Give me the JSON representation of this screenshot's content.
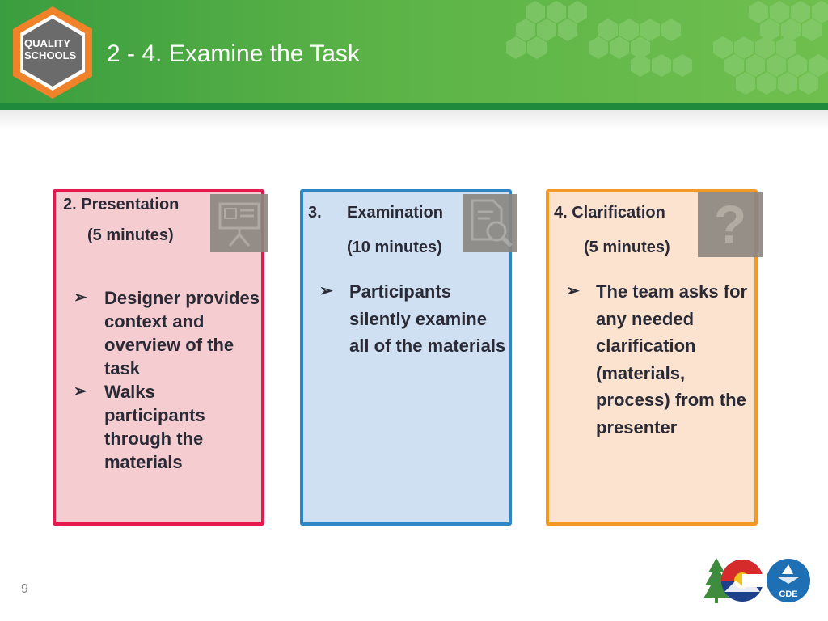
{
  "header": {
    "logo_line1": "QUALITY",
    "logo_line2": "SCHOOLS",
    "title": "2 - 4. Examine the Task"
  },
  "cards": [
    {
      "heading": "2. Presentation",
      "duration": "(5 minutes)",
      "icon": "presentation-board-icon",
      "color": "#e5194d",
      "bullets": [
        "Designer provides context and overview of the task",
        "Walks participants through  the materials"
      ]
    },
    {
      "heading_num": "3.",
      "heading": "Examination",
      "duration": "(10 minutes)",
      "icon": "document-search-icon",
      "color": "#2f86c5",
      "bullets": [
        "Participants silently examine all of the materials"
      ]
    },
    {
      "heading": "4.  Clarification",
      "duration": "(5 minutes)",
      "icon": "question-mark-icon",
      "color": "#f39a26",
      "bullets": [
        "The team asks for any needed clarification (materials, process) from the presenter"
      ]
    }
  ],
  "footer": {
    "page_number": "9",
    "logo_label": "CDE"
  }
}
